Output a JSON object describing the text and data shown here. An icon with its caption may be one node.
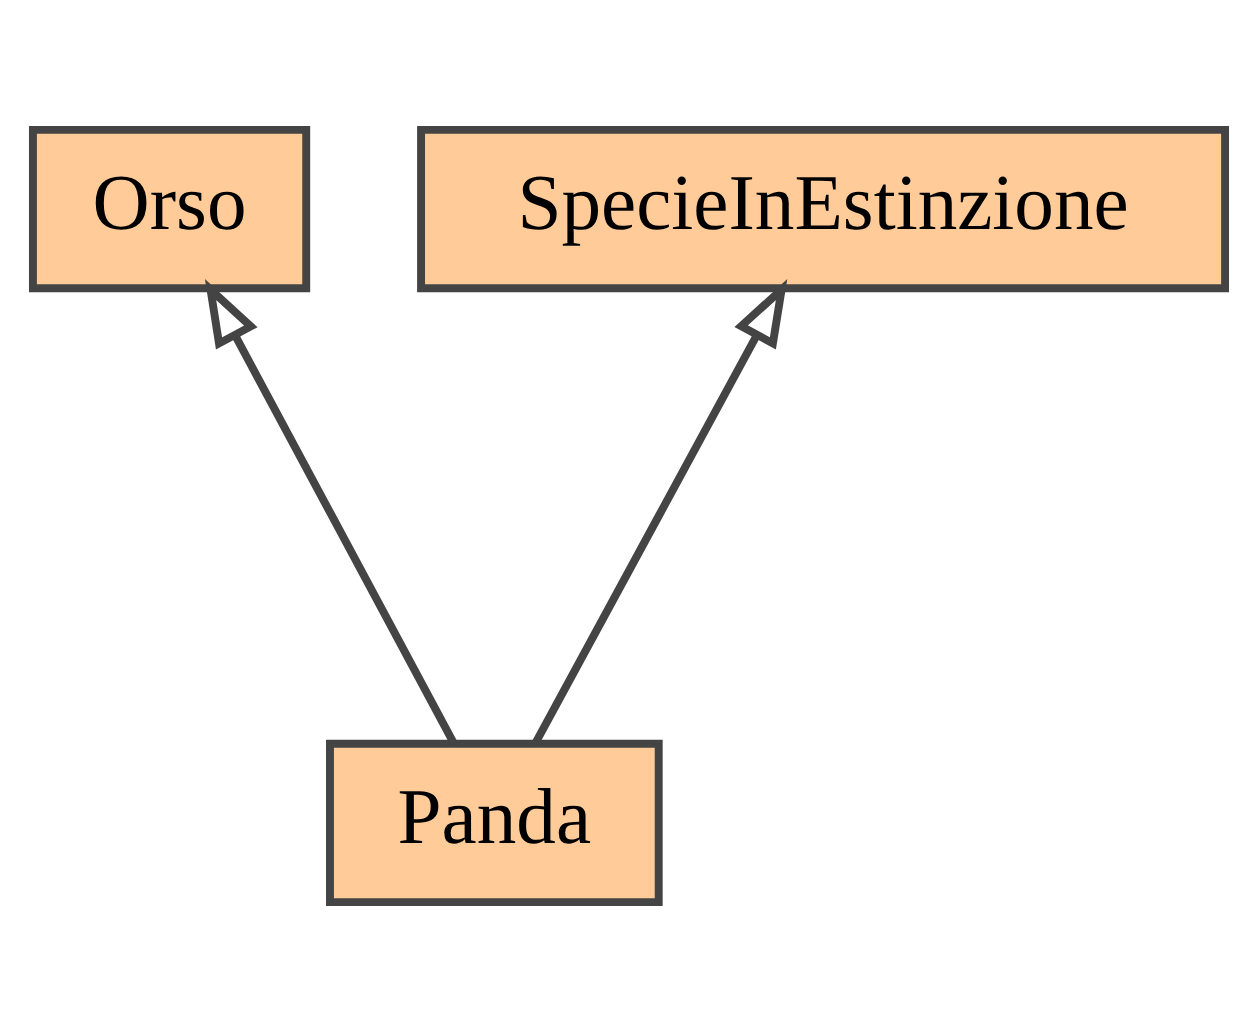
{
  "diagram": {
    "nodes": [
      {
        "text": [
          "Orso"
        ]
      },
      {
        "text": [
          "SpecieInEstinzione"
        ]
      },
      {
        "text": [
          "Panda"
        ]
      }
    ],
    "edges": [
      {
        "from": 2,
        "to": 0,
        "arrow": "to"
      },
      {
        "from": 2,
        "to": 1,
        "arrow": "to"
      }
    ]
  }
}
